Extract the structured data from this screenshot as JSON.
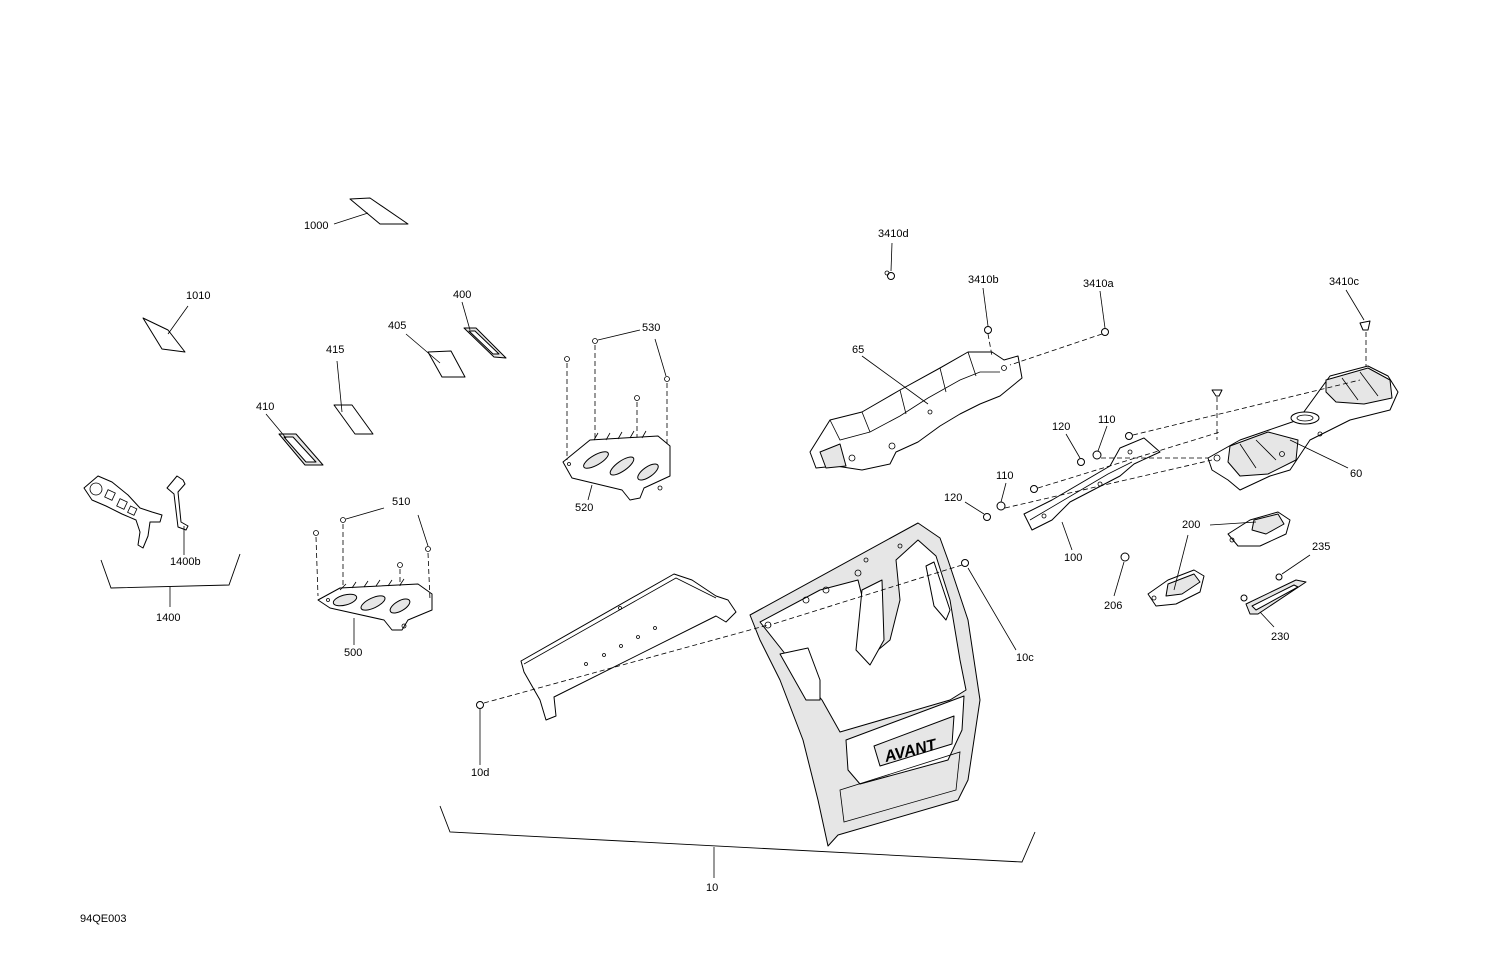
{
  "diagram": {
    "drawing_number": "94QE003",
    "callouts": {
      "c1000": "1000",
      "c1010": "1010",
      "c400": "400",
      "c405": "405",
      "c415": "415",
      "c410": "410",
      "c1400b": "1400b",
      "c1400": "1400",
      "c510": "510",
      "c500": "500",
      "c530": "530",
      "c520": "520",
      "c3410d": "3410d",
      "c3410b": "3410b",
      "c3410a": "3410a",
      "c3410c": "3410c",
      "c65": "65",
      "c60": "60",
      "c120a": "120",
      "c110a": "110",
      "c110b": "110",
      "c120b": "120",
      "c100": "100",
      "c200": "200",
      "c235": "235",
      "c206": "206",
      "c230": "230",
      "c10c": "10c",
      "c10d": "10d",
      "c10": "10",
      "badge": "AVANT"
    }
  }
}
